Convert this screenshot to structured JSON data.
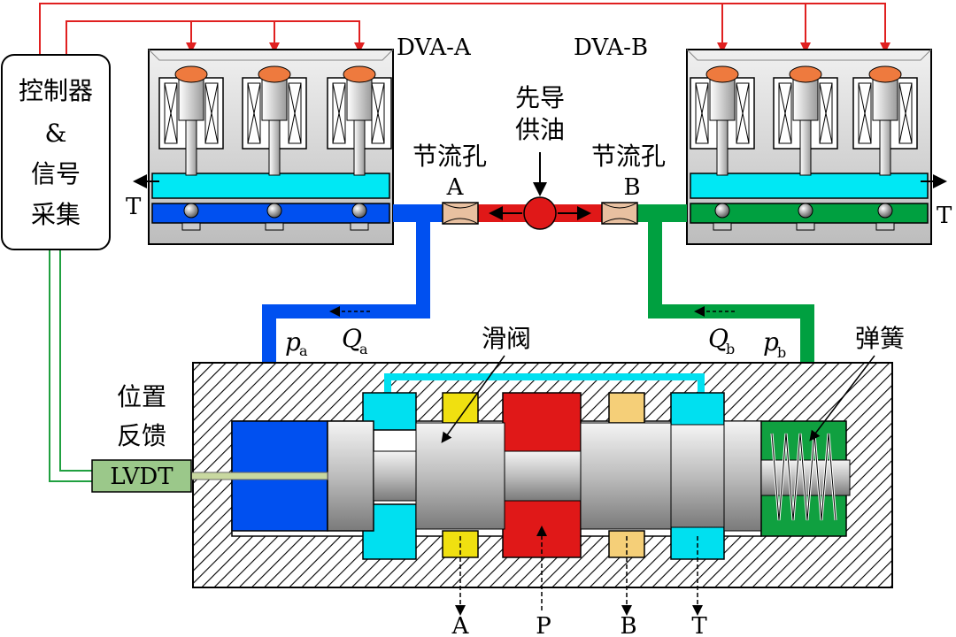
{
  "labels": {
    "controller_line1": "控制器",
    "controller_line2": "&",
    "controller_line3": "信号",
    "controller_line4": "采集",
    "dva_a": "DVA-A",
    "dva_b": "DVA-B",
    "pilot_line1": "先导",
    "pilot_line2": "供油",
    "orifice_a_title": "节流孔",
    "orifice_a_letter": "A",
    "orifice_b_title": "节流孔",
    "orifice_b_letter": "B",
    "tank_left": "T",
    "tank_right": "T",
    "pressure_a": "p",
    "pressure_a_sub": "a",
    "flow_a": "Q",
    "flow_a_sub": "a",
    "pressure_b": "p",
    "pressure_b_sub": "b",
    "flow_b": "Q",
    "flow_b_sub": "b",
    "spool": "滑阀",
    "spring": "弹簧",
    "feedback_line1": "位置",
    "feedback_line2": "反馈",
    "lvdt": "LVDT",
    "port_a": "A",
    "port_p": "P",
    "port_b": "B",
    "port_t": "T"
  },
  "colors": {
    "channel_a": "#0050f0",
    "channel_b": "#00a040",
    "pilot_supply": "#e01818",
    "tank_line": "#00e0f0",
    "signal_wire": "#e02020",
    "feedback_wire": "#20a040",
    "lvdt_box": "#9bc88a",
    "spool_land_yellow": "#f0e010",
    "spool_land_tan": "#f5cf78",
    "spring_chamber": "#10a040"
  }
}
